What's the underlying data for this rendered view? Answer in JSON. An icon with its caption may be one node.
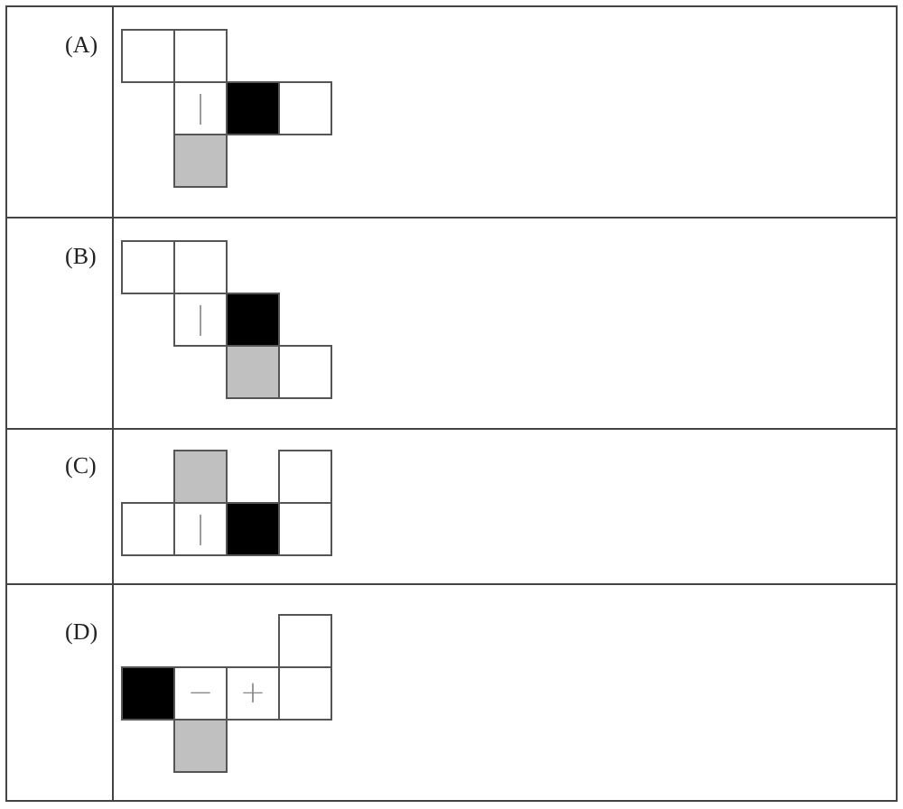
{
  "diagram": {
    "nodes": [
      {
        "text": [],
        "shape": "box"
      },
      {
        "text": [],
        "shape": "box"
      },
      {
        "text": [
          "|"
        ]
      },
      {
        "text": [],
        "shape": "box"
      },
      {
        "text": [],
        "shape": "box"
      },
      {
        "text": [],
        "shape": "box"
      },
      {
        "text": [],
        "shape": "box"
      },
      {
        "text": [],
        "shape": "box"
      },
      {
        "text": [
          "|"
        ]
      },
      {
        "text": [],
        "shape": "box"
      },
      {
        "text": [],
        "shape": "box"
      },
      {
        "text": [],
        "shape": "box"
      },
      {
        "text": [],
        "shape": "box"
      },
      {
        "text": [],
        "shape": "box"
      },
      {
        "text": [],
        "shape": "box"
      },
      {
        "text": [
          "|"
        ]
      },
      {
        "text": [],
        "shape": "box"
      },
      {
        "text": [],
        "shape": "box"
      },
      {
        "text": [],
        "shape": "box"
      },
      {
        "text": [],
        "shape": "box"
      },
      {
        "text": [
          "−"
        ]
      },
      {
        "text": [
          "+"
        ]
      },
      {
        "text": [],
        "shape": "box"
      },
      {
        "text": [],
        "shape": "box"
      }
    ],
    "edges": [],
    "labels": [
      "(A)",
      "(B)",
      "(C)",
      "(D)"
    ]
  }
}
